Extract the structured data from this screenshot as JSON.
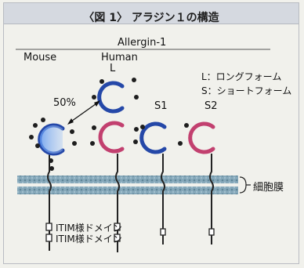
{
  "title": "〈図 1〉 アラジン１の構造",
  "group_label": "Allergin-1",
  "species": {
    "mouse": "Mouse",
    "human": "Human"
  },
  "isoform_labels": {
    "long": "L",
    "short1": "S1",
    "short2": "S2"
  },
  "legend": {
    "long": "L：ロングフォーム",
    "short": "S：ショートフォーム"
  },
  "homology": "50%",
  "membrane_label": "細胞膜",
  "itim_labels": [
    "ITIM様ドメイン",
    "ITIM様ドメイン"
  ],
  "colors": {
    "blue_domain": "#2548a8",
    "blue_fill": "#3f7ae0",
    "magenta_domain": "#c2406f",
    "membrane": "#7da1b4",
    "stalk": "#222222"
  }
}
